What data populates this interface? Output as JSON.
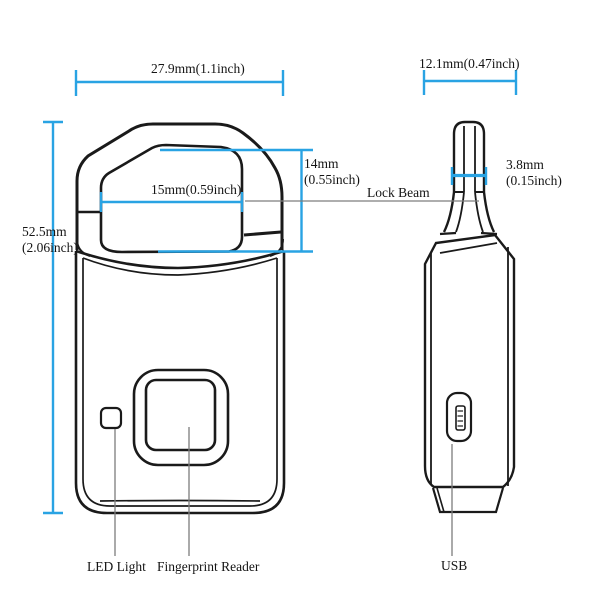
{
  "colors": {
    "dimension_line": "#29a3e3",
    "outline": "#1a1a1a",
    "leader_line": "#7d7d7d",
    "background": "#ffffff"
  },
  "front_view": {
    "width_dim": "27.9mm(1.1inch)",
    "height_dim_mm": "52.5mm",
    "height_dim_inch": "(2.06inch)",
    "opening_width_dim": "15mm(0.59inch)",
    "opening_height_dim_mm": "14mm",
    "opening_height_dim_inch": "(0.55inch)",
    "led_label": "LED Light",
    "fingerprint_label": "Fingerprint Reader"
  },
  "side_view": {
    "width_dim": "12.1mm(0.47inch)",
    "beam_dim_mm": "3.8mm",
    "beam_dim_inch": "(0.15inch)",
    "lock_beam_label": "Lock Beam",
    "usb_label": "USB"
  }
}
